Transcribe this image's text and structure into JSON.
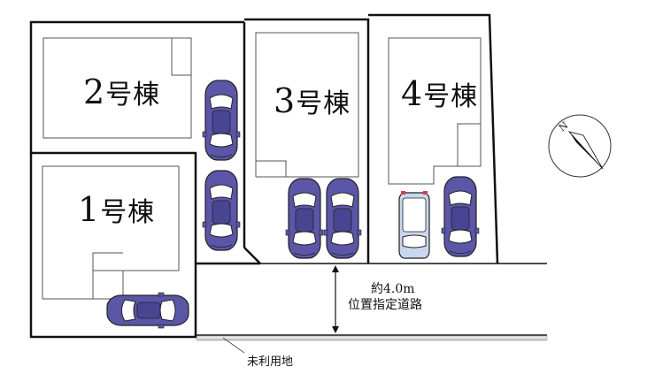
{
  "buildings": [
    {
      "id": "1",
      "number": "1",
      "suffix": "号棟"
    },
    {
      "id": "2",
      "number": "2",
      "suffix": "号棟"
    },
    {
      "id": "3",
      "number": "3",
      "suffix": "号棟"
    },
    {
      "id": "4",
      "number": "4",
      "suffix": "号棟"
    }
  ],
  "road": {
    "width_label": "約4.0m",
    "type_label": "位置指定道路"
  },
  "adjacent_land_label": "未利用地",
  "compass": {
    "north_label": "N"
  },
  "colors": {
    "car_body": "#5b56a8",
    "car_roof": "#4a4592",
    "van_body": "#c9d6ee",
    "line": "#111111",
    "building_outline": "#555555"
  }
}
